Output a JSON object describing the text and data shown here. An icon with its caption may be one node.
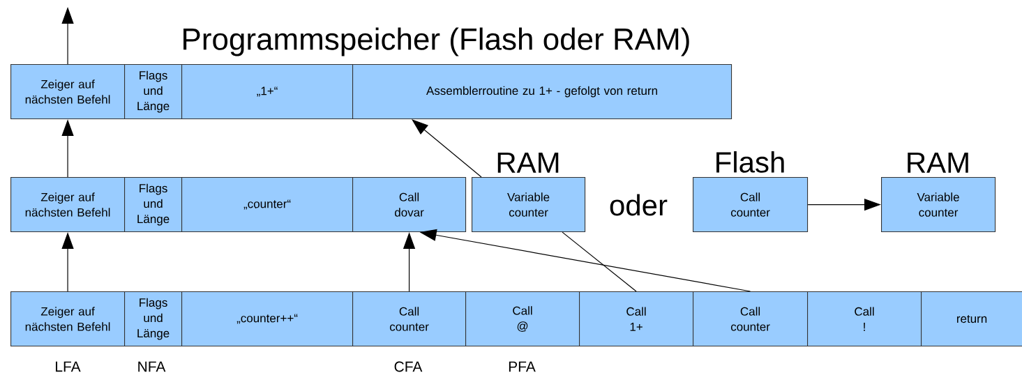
{
  "diagram": {
    "title": "Programmspeicher (Flash oder RAM)",
    "nodes": [
      {
        "text": [
          "Zeiger auf nächsten Befehl"
        ]
      },
      {
        "text": [
          "Flags und Länge"
        ]
      },
      {
        "text": [
          "„1+“"
        ]
      },
      {
        "text": [
          "Assemblerroutine zu 1+ - gefolgt von return"
        ]
      },
      {
        "text": [
          "Zeiger auf nächsten Befehl"
        ]
      },
      {
        "text": [
          "Flags und Länge"
        ]
      },
      {
        "text": [
          "„counter“"
        ]
      },
      {
        "text": [
          "Call dovar"
        ]
      },
      {
        "text": [
          "RAM",
          "Variable counter"
        ]
      },
      {
        "text": [
          "Flash",
          "Call counter"
        ]
      },
      {
        "text": [
          "RAM",
          "Variable counter"
        ]
      },
      {
        "text": [
          "Zeiger auf nächsten Befehl"
        ]
      },
      {
        "text": [
          "Flags und Länge"
        ]
      },
      {
        "text": [
          "„counter++“"
        ]
      },
      {
        "text": [
          "Call counter"
        ]
      },
      {
        "text": [
          "Call @"
        ]
      },
      {
        "text": [
          "Call 1+"
        ]
      },
      {
        "text": [
          "Call counter"
        ]
      },
      {
        "text": [
          "Call !"
        ]
      },
      {
        "text": [
          "return"
        ]
      }
    ],
    "edges": [
      {
        "from": 0,
        "to": null,
        "arrow": "to"
      },
      {
        "from": 4,
        "to": 0,
        "arrow": "to"
      },
      {
        "from": 11,
        "to": 4,
        "arrow": "to"
      },
      {
        "from": 14,
        "to": 7,
        "arrow": "to"
      },
      {
        "from": 17,
        "to": 7,
        "arrow": "to"
      },
      {
        "from": 8,
        "to": 3,
        "arrow": "to"
      },
      {
        "from": 16,
        "to": 8,
        "arrow": "none"
      },
      {
        "from": 9,
        "to": 10,
        "arrow": "to"
      }
    ],
    "labels": [
      "oder",
      "LFA",
      "NFA",
      "CFA",
      "PFA"
    ]
  }
}
